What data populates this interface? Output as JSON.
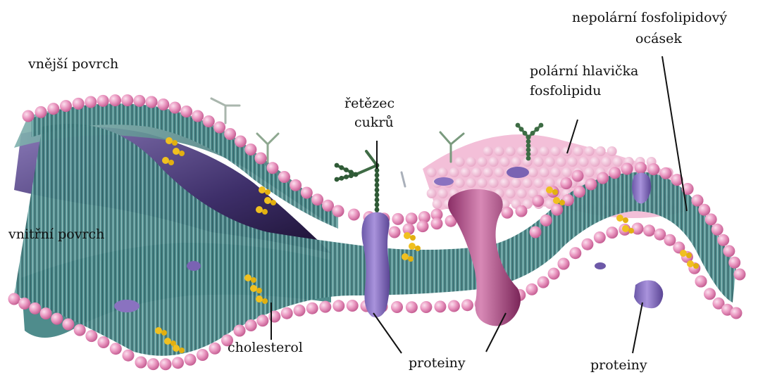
{
  "labels": {
    "outer_surface": "vnější povrch",
    "inner_surface": "vnitřní povrch",
    "sugar_chain_line1": "řetězec",
    "sugar_chain_line2": "cukrů",
    "polar_head_line1": "polární hlavička",
    "polar_head_line2": "fosfolipidu",
    "nonpolar_tail_line1": "nepolární fosfolipidový",
    "nonpolar_tail_line2": "ocásek",
    "cholesterol": "cholesterol",
    "proteins_center": "proteiny",
    "proteins_right": "proteiny"
  },
  "colors": {
    "head_pink": "#e58ab6",
    "head_highlight": "#f7c4dc",
    "tail_teal": "#4f8f90",
    "tail_dark": "#2f5f62",
    "interior_purple": "#5a4a8a",
    "cholesterol_yellow": "#f0c020",
    "protein_violet": "#8a72c0",
    "protein_magenta": "#b24a86",
    "sugar_green": "#3f6b45",
    "leader_line": "#111111"
  }
}
